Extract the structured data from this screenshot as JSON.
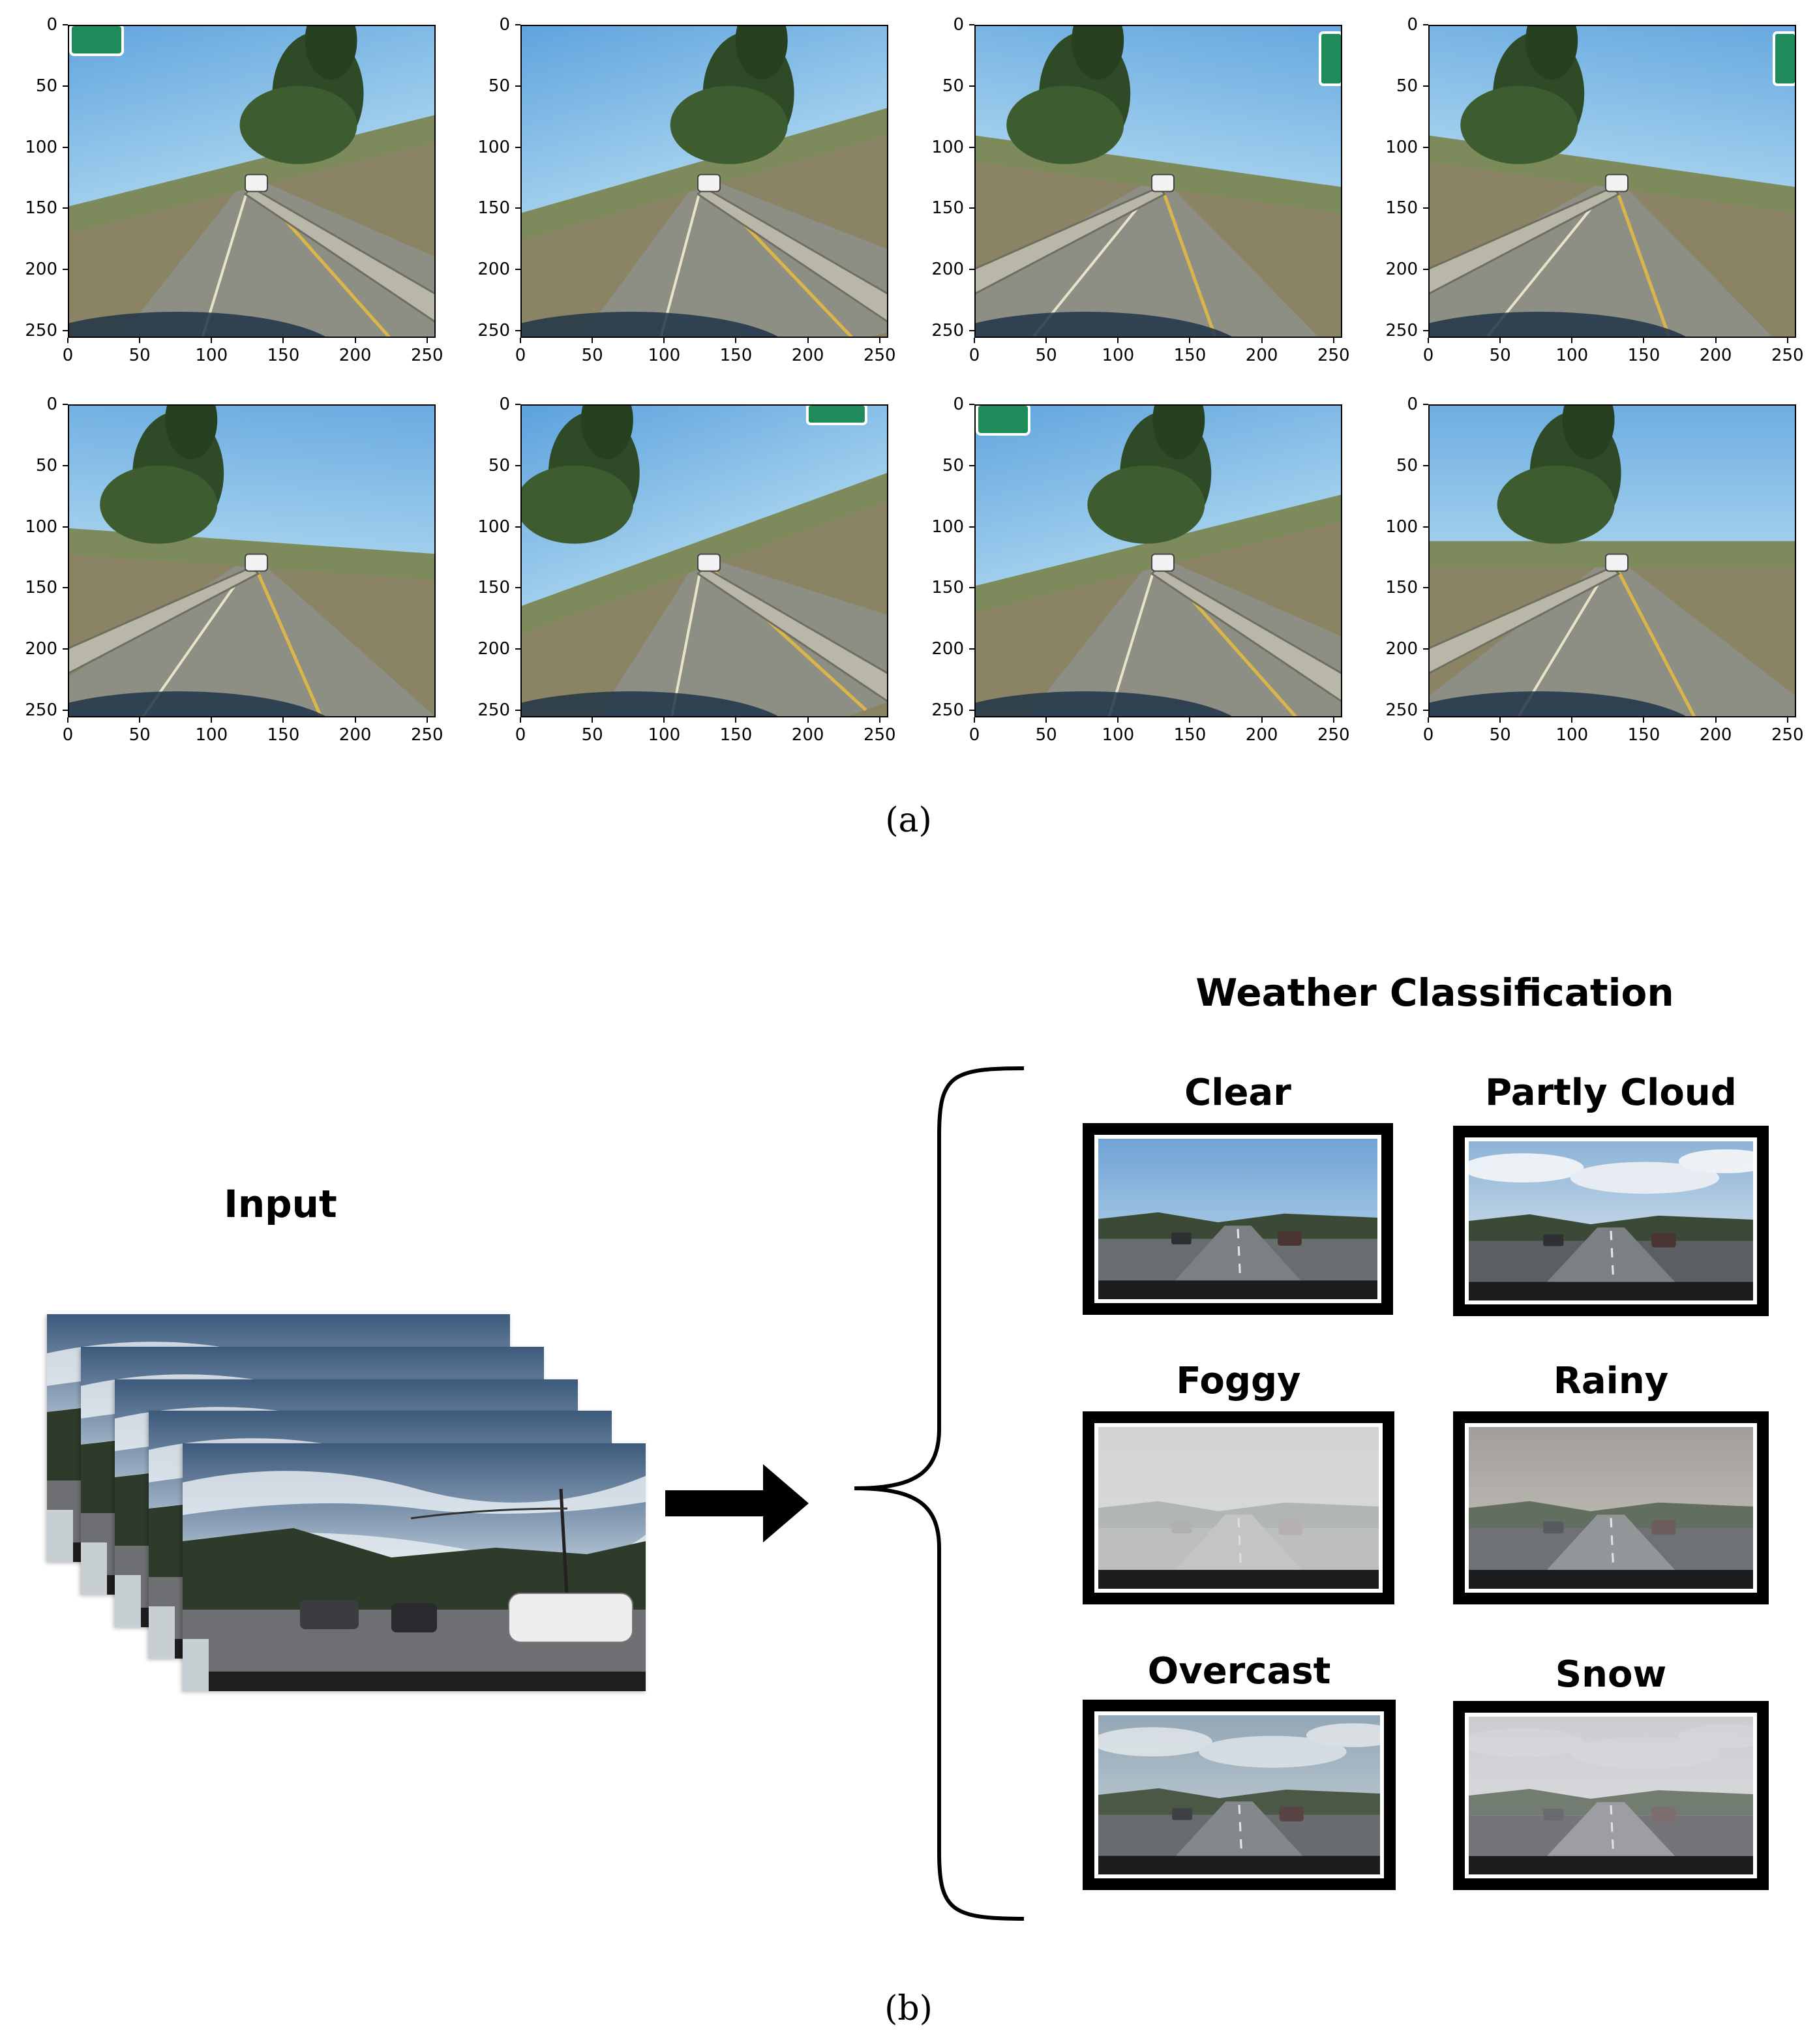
{
  "panel_a": {
    "caption": "(a)",
    "y_ticks": [
      "0",
      "50",
      "100",
      "150",
      "200",
      "250"
    ],
    "x_ticks": [
      "0",
      "50",
      "100",
      "150",
      "200",
      "250"
    ],
    "image_count": 8
  },
  "panel_b": {
    "caption": "(b)",
    "input_label": "Input",
    "heading": "Weather Classification",
    "classes": [
      {
        "label": "Clear"
      },
      {
        "label": "Partly Cloud"
      },
      {
        "label": "Foggy"
      },
      {
        "label": "Rainy"
      },
      {
        "label": "Overcast"
      },
      {
        "label": "Snow"
      }
    ]
  }
}
